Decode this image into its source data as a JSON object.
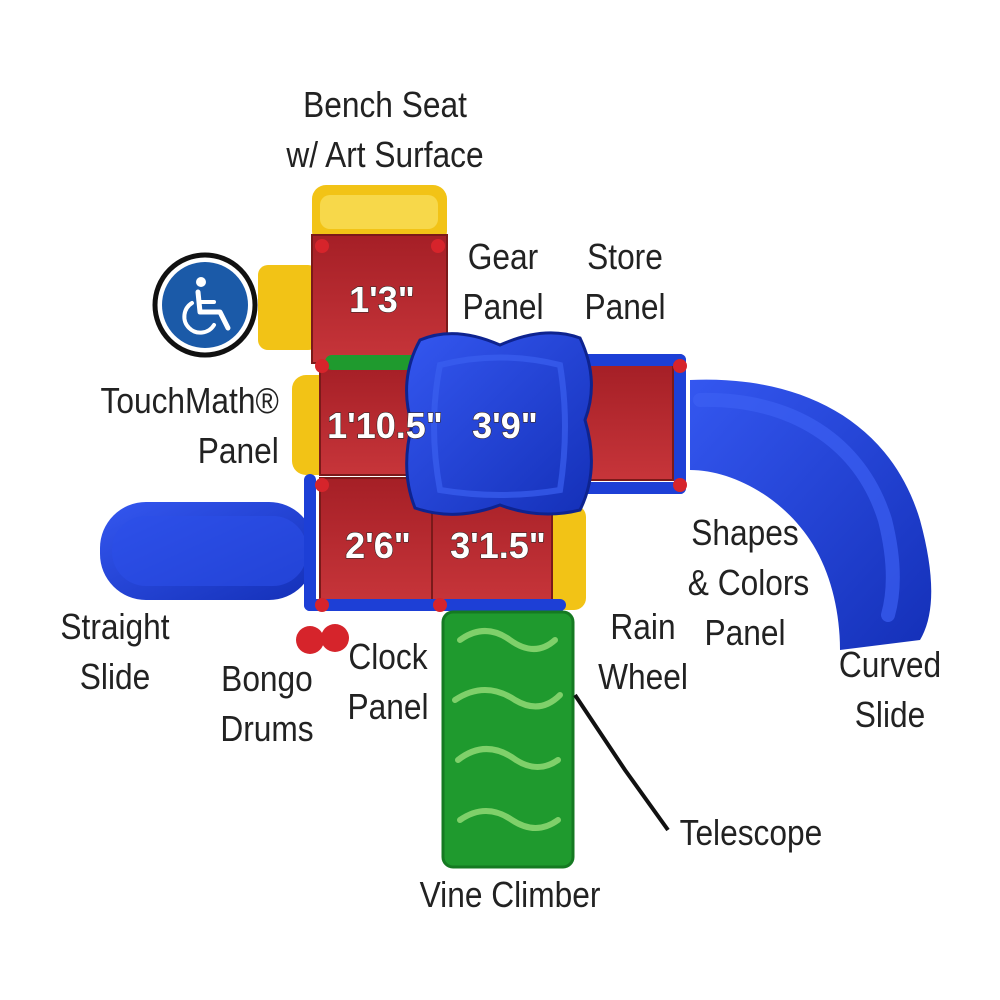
{
  "labels": {
    "bench_seat": [
      "Bench Seat",
      "w/ Art Surface"
    ],
    "gear_panel": [
      "Gear",
      "Panel"
    ],
    "store_panel": [
      "Store",
      "Panel"
    ],
    "touchmath_panel": [
      "TouchMath®",
      "Panel"
    ],
    "shapes_colors_panel": [
      "Shapes",
      "& Colors",
      "Panel"
    ],
    "straight_slide": [
      "Straight",
      "Slide"
    ],
    "bongo_drums": [
      "Bongo",
      "Drums"
    ],
    "clock_panel": [
      "Clock",
      "Panel"
    ],
    "rain_wheel": [
      "Rain",
      "Wheel"
    ],
    "curved_slide": [
      "Curved",
      "Slide"
    ],
    "telescope": "Telescope",
    "vine_climber": "Vine Climber"
  },
  "deck_heights": {
    "top": "1'3\"",
    "mid_left": "1'10.5\"",
    "center": "3'9\"",
    "lower_left": "2'6\"",
    "lower_right": "3'1.5\""
  },
  "colors": {
    "deck_red": "#b3282d",
    "frame_yellow": "#f2c316",
    "slide_blue": "#1d3fd6",
    "climber_green": "#1f9a2e",
    "accessible_badge": "#1b5aa8"
  },
  "icons": [
    "wheelchair-accessible-icon"
  ]
}
